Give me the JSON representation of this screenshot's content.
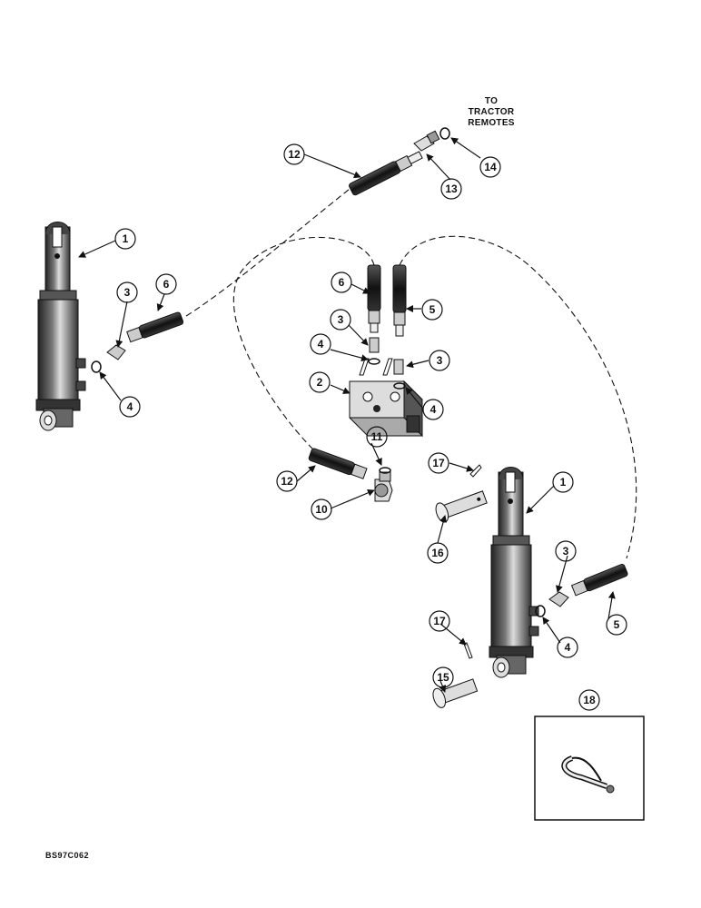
{
  "note": {
    "line1": "TO",
    "line2": "TRACTOR",
    "line3": "REMOTES"
  },
  "drawing_code": "BS97C062",
  "callouts": [
    "1",
    "2",
    "3",
    "4",
    "5",
    "6",
    "10",
    "11",
    "12",
    "13",
    "14",
    "15",
    "16",
    "17",
    "18"
  ]
}
